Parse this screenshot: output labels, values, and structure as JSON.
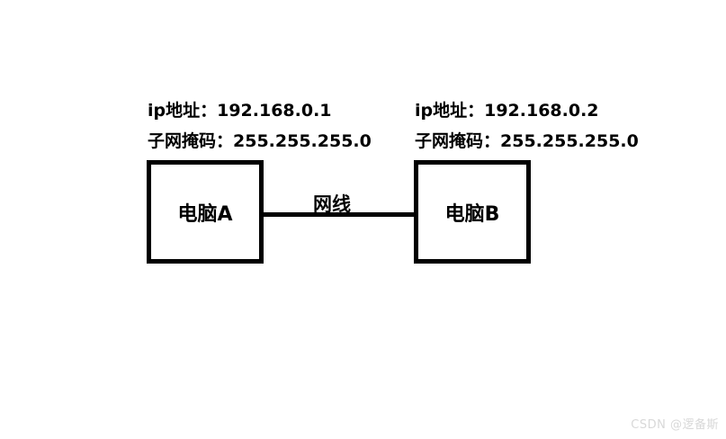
{
  "diagram": {
    "type": "network-topology",
    "background_color": "#ffffff",
    "stroke_color": "#000000",
    "nodes": [
      {
        "id": "computer-a",
        "label": "电脑A",
        "ip_line": "ip地址：192.168.0.1",
        "mask_line": "子网掩码：255.255.255.0",
        "ip_address": "192.168.0.1",
        "subnet_mask": "255.255.255.0"
      },
      {
        "id": "computer-b",
        "label": "电脑B",
        "ip_line": "ip地址：192.168.0.2",
        "mask_line": "子网掩码：255.255.255.0",
        "ip_address": "192.168.0.2",
        "subnet_mask": "255.255.255.0"
      }
    ],
    "link": {
      "label": "网线",
      "from": "computer-a",
      "to": "computer-b"
    }
  },
  "watermark": {
    "text": "CSDN @逻备斯"
  }
}
